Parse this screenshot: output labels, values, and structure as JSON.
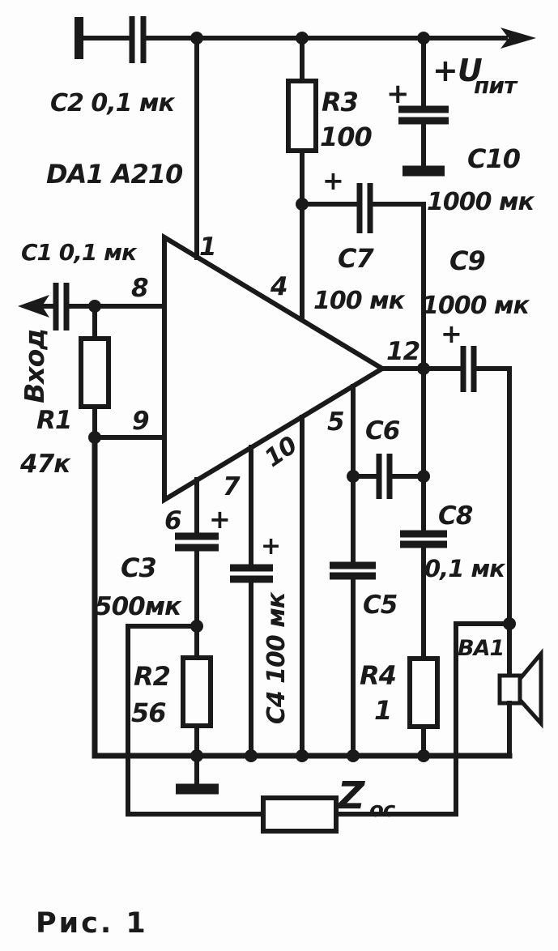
{
  "figure": {
    "caption": "Рис. 1"
  },
  "supply": {
    "label": "+U",
    "label_sub": "пит"
  },
  "input": {
    "label": "Вход"
  },
  "ic": {
    "label": "DA1 A210"
  },
  "pins": {
    "p1": "1",
    "p4": "4",
    "p5": "5",
    "p6": "6",
    "p7": "7",
    "p8": "8",
    "p9": "9",
    "p10": "10",
    "p12": "12"
  },
  "components": {
    "c1": {
      "label": "C1 0,1 мк"
    },
    "c2": {
      "label": "C2 0,1 мк"
    },
    "c3": {
      "name": "C3",
      "value": "500мк"
    },
    "c4": {
      "label": "C4 100 мк"
    },
    "c5": {
      "name": "C5"
    },
    "c6": {
      "name": "C6"
    },
    "c7": {
      "name": "C7",
      "value": "100 мк"
    },
    "c8": {
      "name": "C8",
      "value": "0,1 мк"
    },
    "c9": {
      "name": "C9",
      "value": "1000 мк"
    },
    "c10": {
      "name": "C10",
      "value": "1000 мк"
    },
    "r1": {
      "name": "R1",
      "value": "47к"
    },
    "r2": {
      "name": "R2",
      "value": "56"
    },
    "r3": {
      "name": "R3",
      "value": "100"
    },
    "r4": {
      "name": "R4",
      "value": "1"
    },
    "ba1": {
      "name": "BA1"
    },
    "zoc": {
      "name": "Z",
      "sub": "ос"
    }
  },
  "symbols": {
    "plus": "+"
  },
  "colors": {
    "ink": "#1a1a1a",
    "paper": "#fdfdfd"
  }
}
